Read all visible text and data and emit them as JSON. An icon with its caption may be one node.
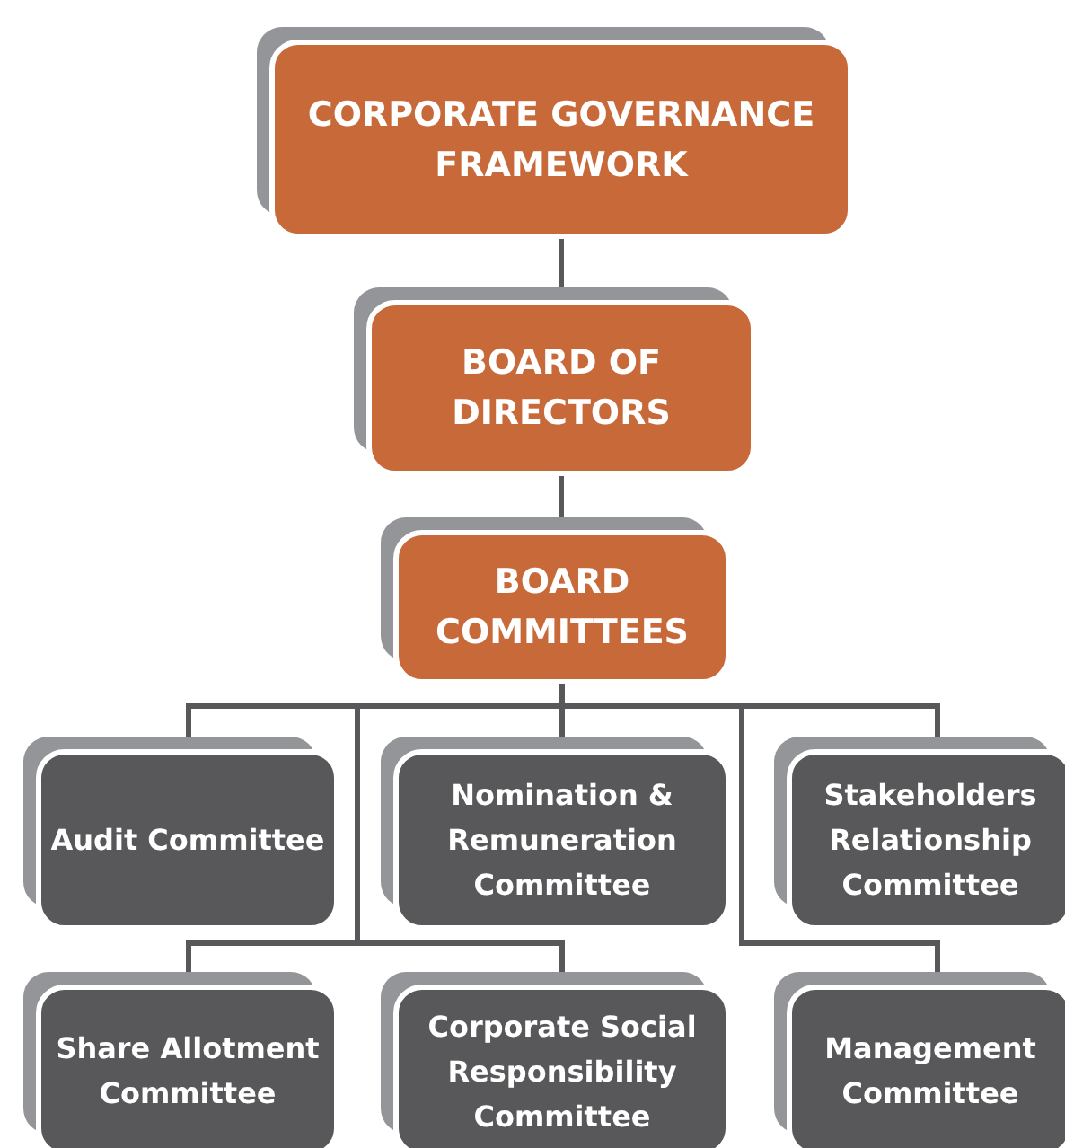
{
  "diagram": {
    "nodes": [
      {
        "text": [
          "CORPORATE GOVERNANCE FRAMEWORK"
        ]
      },
      {
        "text": [
          "BOARD OF DIRECTORS"
        ]
      },
      {
        "text": [
          "BOARD COMMITTEES"
        ]
      },
      {
        "text": [
          "Audit Committee"
        ]
      },
      {
        "text": [
          "Nomination & Remuneration Committee"
        ]
      },
      {
        "text": [
          "Stakeholders Relationship Committee"
        ]
      },
      {
        "text": [
          "Share Allotment Committee"
        ]
      },
      {
        "text": [
          "Corporate Social Responsibility Committee"
        ]
      },
      {
        "text": [
          "Management Committee"
        ]
      }
    ],
    "edges": [
      {
        "from": 0,
        "to": 1,
        "arrow": "none"
      },
      {
        "from": 1,
        "to": 2,
        "arrow": "none"
      },
      {
        "from": 2,
        "to": 3,
        "arrow": "none"
      },
      {
        "from": 2,
        "to": 4,
        "arrow": "none"
      },
      {
        "from": 2,
        "to": 5,
        "arrow": "none"
      },
      {
        "from": 2,
        "to": 6,
        "arrow": "none"
      },
      {
        "from": 2,
        "to": 7,
        "arrow": "none"
      },
      {
        "from": 2,
        "to": 8,
        "arrow": "none"
      }
    ]
  }
}
